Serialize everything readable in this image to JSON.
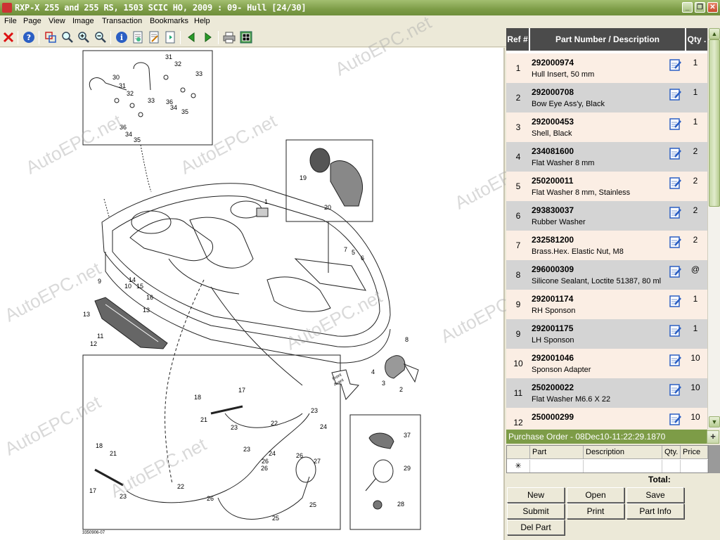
{
  "window": {
    "title": "RXP-X 255 and 255 RS, 1503 SCIC HO, 2009 : 09- Hull [24/30]"
  },
  "menu": [
    "File",
    "Page",
    "View",
    "Image",
    "Transaction",
    "Bookmarks",
    "Help"
  ],
  "toolbar_icons": [
    "close-x-icon",
    "help-icon",
    "select-region-icon",
    "zoom-region-icon",
    "zoom-in-icon",
    "zoom-out-icon",
    "info-icon",
    "page-icon",
    "edit-page-icon",
    "bookmark-icon",
    "previous-arrow-icon",
    "next-arrow-icon",
    "print-icon",
    "export-icon"
  ],
  "parts_table": {
    "headers": {
      "ref": "Ref #",
      "part": "Part Number / Description",
      "qty": "Qty ."
    },
    "rows": [
      {
        "ref": "1",
        "part_number": "292000974",
        "description": "Hull Insert, 50 mm",
        "qty": "1"
      },
      {
        "ref": "2",
        "part_number": "292000708",
        "description": "Bow Eye Ass'y, Black",
        "qty": "1"
      },
      {
        "ref": "3",
        "part_number": "292000453",
        "description": "Shell, Black",
        "qty": "1"
      },
      {
        "ref": "4",
        "part_number": "234081600",
        "description": "Flat Washer 8 mm",
        "qty": "2"
      },
      {
        "ref": "5",
        "part_number": "250200011",
        "description": "Flat Washer 8 mm, Stainless",
        "qty": "2"
      },
      {
        "ref": "6",
        "part_number": "293830037",
        "description": "Rubber Washer",
        "qty": "2"
      },
      {
        "ref": "7",
        "part_number": "232581200",
        "description": "Brass.Hex. Elastic Nut, M8",
        "qty": "2"
      },
      {
        "ref": "8",
        "part_number": "296000309",
        "description": "Silicone Sealant, Loctite 51387, 80 ml",
        "qty": "@"
      },
      {
        "ref": "9",
        "part_number": "292001174",
        "description": "RH Sponson",
        "qty": "1"
      },
      {
        "ref": "9",
        "part_number": "292001175",
        "description": "LH Sponson",
        "qty": "1"
      },
      {
        "ref": "10",
        "part_number": "292001046",
        "description": "Sponson Adapter",
        "qty": "10"
      },
      {
        "ref": "11",
        "part_number": "250200022",
        "description": "Flat Washer M6.6 X 22",
        "qty": "10"
      },
      {
        "ref": "12",
        "part_number": "250000299",
        "description": "",
        "qty": "10"
      }
    ]
  },
  "purchase_order": {
    "title": "Purchase Order - 08Dec10-11:22:29.1870",
    "add_label": "+",
    "columns": [
      "Part",
      "Description",
      "Qty.",
      "Price"
    ],
    "new_row_marker": "✳",
    "total_label": "Total:"
  },
  "buttons": {
    "new": "New",
    "open": "Open",
    "save": "Save",
    "submit": "Submit",
    "print": "Print",
    "part_info": "Part Info",
    "del_part": "Del Part"
  },
  "drawing": {
    "callouts": [
      "1",
      "2",
      "3",
      "4",
      "5",
      "6",
      "7",
      "8",
      "9",
      "10",
      "11",
      "12",
      "13",
      "14",
      "15",
      "16",
      "17",
      "18",
      "19",
      "20",
      "21",
      "22",
      "23",
      "24",
      "25",
      "26",
      "27",
      "28",
      "29",
      "30",
      "31",
      "32",
      "33",
      "34",
      "35",
      "36",
      "37"
    ],
    "front_label": "Front Avant",
    "drawing_code": "3350906-07",
    "watermark": "AutoEPC.net"
  }
}
